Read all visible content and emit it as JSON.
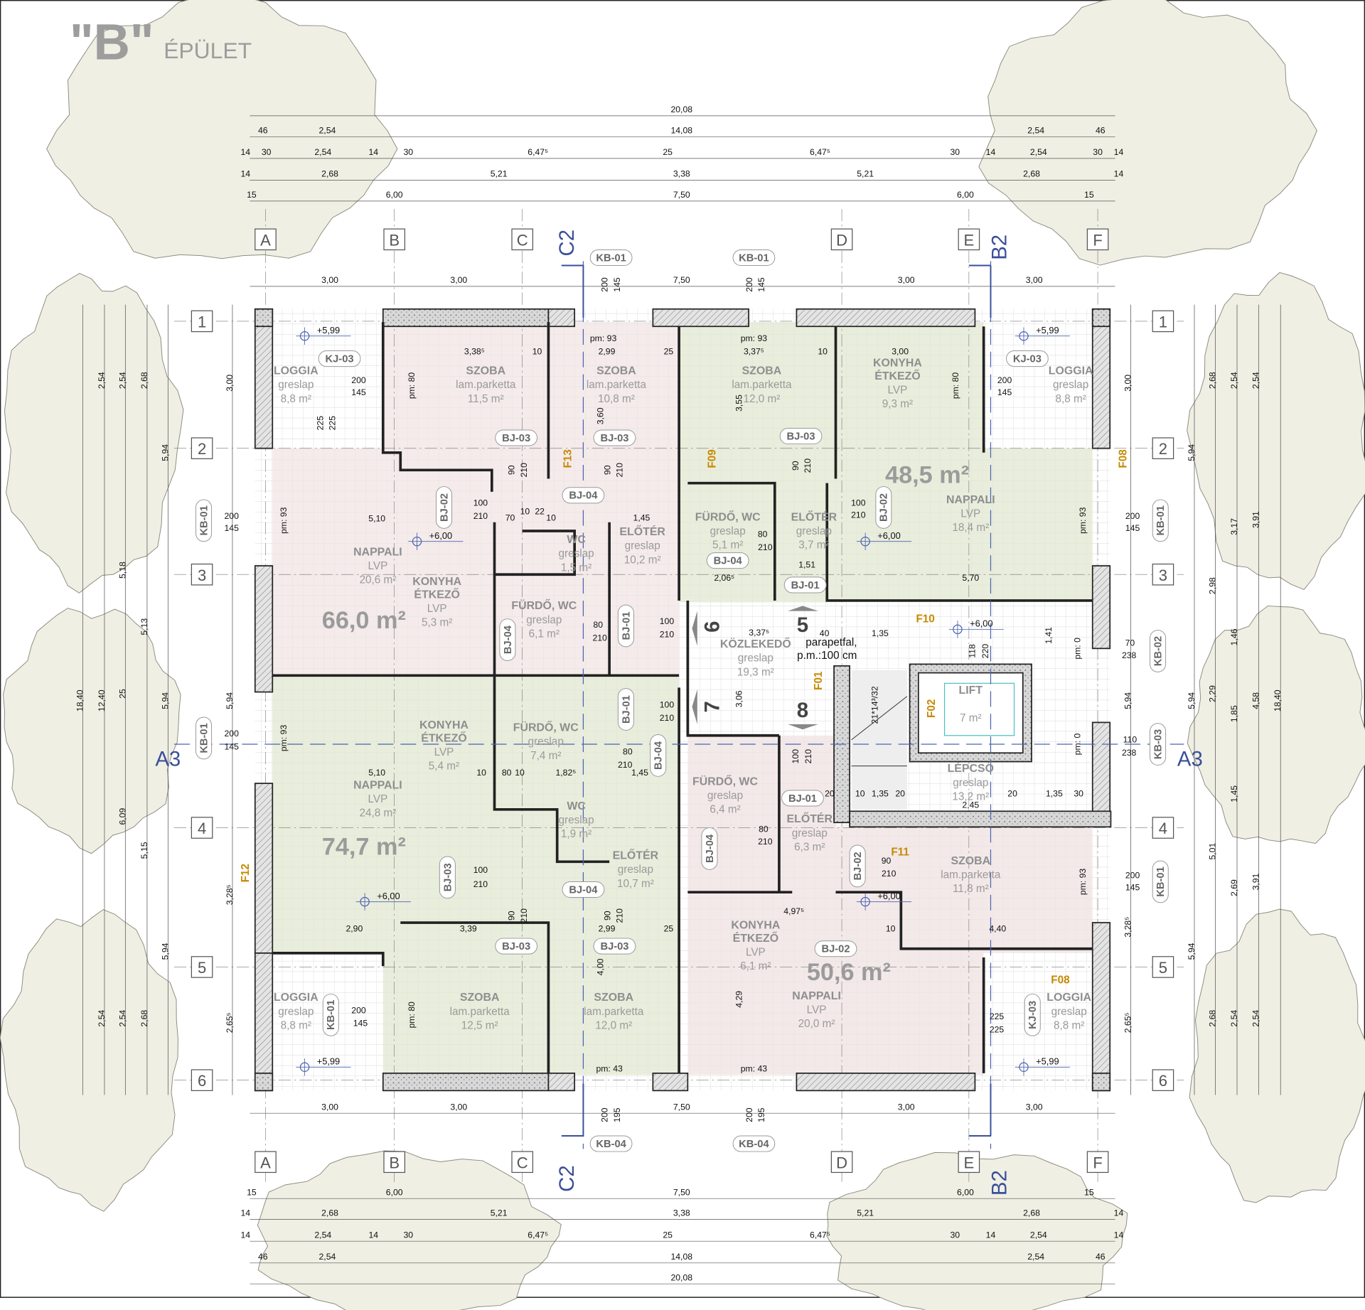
{
  "title": {
    "mark": "\"B\"",
    "word": "ÉPÜLET"
  },
  "grid": {
    "columns": [
      "A",
      "B",
      "C",
      "D",
      "E",
      "F"
    ],
    "rows": [
      "1",
      "2",
      "3",
      "4",
      "5",
      "6"
    ]
  },
  "sections": {
    "c": "C2",
    "b": "B2",
    "a": "A3"
  },
  "apartments": [
    "66,0 m²",
    "48,5 m²",
    "74,7 m²",
    "50,6 m²"
  ],
  "rooms": [
    {
      "name": "LOGGIA",
      "floor": "greslap",
      "area": "8,8 m²"
    },
    {
      "name": "SZOBA",
      "floor": "lam.parketta",
      "area": "11,5 m²"
    },
    {
      "name": "SZOBA",
      "floor": "lam.parketta",
      "area": "10,8 m²"
    },
    {
      "name": "NAPPALI",
      "floor": "LVP",
      "area": "20,6 m²"
    },
    {
      "name": "KONYHA ÉTKEZŐ",
      "floor": "LVP",
      "area": "5,3 m²"
    },
    {
      "name": "WC",
      "floor": "greslap",
      "area": "1,5 m²"
    },
    {
      "name": "ELŐTÉR",
      "floor": "greslap",
      "area": "10,2 m²"
    },
    {
      "name": "FÜRDŐ, WC",
      "floor": "greslap",
      "area": "6,1 m²"
    },
    {
      "name": "SZOBA",
      "floor": "lam.parketta",
      "area": "12,0 m²"
    },
    {
      "name": "KONYHA ÉTKEZŐ",
      "floor": "LVP",
      "area": "9,3 m²"
    },
    {
      "name": "LOGGIA",
      "floor": "greslap",
      "area": "8,8 m²"
    },
    {
      "name": "NAPPALI",
      "floor": "LVP",
      "area": "18,4 m²"
    },
    {
      "name": "FÜRDŐ, WC",
      "floor": "greslap",
      "area": "5,1 m²"
    },
    {
      "name": "ELŐTÉR",
      "floor": "greslap",
      "area": "3,7 m²"
    },
    {
      "name": "KÖZLEKEDŐ",
      "floor": "greslap",
      "area": "19,3 m²"
    },
    {
      "name": "LIFT",
      "floor": "",
      "area": "7 m²"
    },
    {
      "name": "LÉPCSŐ",
      "floor": "greslap",
      "area": "13,2 m²"
    },
    {
      "name": "KONYHA ÉTKEZŐ",
      "floor": "LVP",
      "area": "5,4 m²"
    },
    {
      "name": "FÜRDŐ, WC",
      "floor": "greslap",
      "area": "7,4 m²"
    },
    {
      "name": "NAPPALI",
      "floor": "LVP",
      "area": "24,8 m²"
    },
    {
      "name": "WC",
      "floor": "greslap",
      "area": "1,9 m²"
    },
    {
      "name": "ELŐTÉR",
      "floor": "greslap",
      "area": "10,7 m²"
    },
    {
      "name": "SZOBA",
      "floor": "lam.parketta",
      "area": "12,5 m²"
    },
    {
      "name": "SZOBA",
      "floor": "lam.parketta",
      "area": "12,0 m²"
    },
    {
      "name": "LOGGIA",
      "floor": "greslap",
      "area": "8,8 m²"
    },
    {
      "name": "FÜRDŐ, WC",
      "floor": "greslap",
      "area": "6,4 m²"
    },
    {
      "name": "ELŐTÉR",
      "floor": "greslap",
      "area": "6,3 m²"
    },
    {
      "name": "SZOBA",
      "floor": "lam.parketta",
      "area": "11,8 m²"
    },
    {
      "name": "KONYHA ÉTKEZŐ",
      "floor": "LVP",
      "area": "6,1 m²"
    },
    {
      "name": "NAPPALI",
      "floor": "LVP",
      "area": "20,0 m²"
    },
    {
      "name": "LOGGIA",
      "floor": "greslap",
      "area": "8,8 m²"
    }
  ],
  "tags": [
    "KB-01",
    "KB-01",
    "KB-04",
    "KB-04",
    "KB-01",
    "KB-01",
    "KB-01",
    "KB-02",
    "KB-03",
    "KB-01",
    "KJ-03",
    "KJ-03",
    "KB-01",
    "KJ-03",
    "BJ-03",
    "BJ-03",
    "BJ-03",
    "BJ-02",
    "BJ-04",
    "BJ-02",
    "BJ-01",
    "BJ-04",
    "BJ-04",
    "BJ-01",
    "BJ-01",
    "BJ-04",
    "BJ-01",
    "BJ-04",
    "BJ-03",
    "BJ-02",
    "BJ-04",
    "BJ-02",
    "BJ-03",
    "BJ-03"
  ],
  "fixtures": [
    "F13",
    "F09",
    "F08",
    "F10",
    "F01",
    "F02",
    "F11",
    "F12",
    "F08"
  ],
  "elevations": [
    "+5,99",
    "+5,99",
    "+6,00",
    "+6,00",
    "+6,00",
    "+6,00",
    "+6,00",
    "+5,99",
    "+5,99"
  ],
  "pm": [
    "pm: 93",
    "pm: 93",
    "pm: 80",
    "pm: 80",
    "pm: 93",
    "pm: 93",
    "pm: 0",
    "pm: 0",
    "pm: 93",
    "pm: 93",
    "pm: 80",
    "pm: 43",
    "pm: 43"
  ],
  "stairs": [
    "5",
    "6",
    "7",
    "8"
  ],
  "notes": {
    "parapet1": "parapetfal,",
    "parapet2": "p.m.:100 cm",
    "stair_spec": "21*14³/32"
  },
  "dims": {
    "top": [
      [
        "20,08"
      ],
      [
        "46",
        "2,54",
        "14,08",
        "2,54",
        "46"
      ],
      [
        "14",
        "30",
        "2,54",
        "14",
        "30",
        "6,47⁵",
        "25",
        "6,47⁵",
        "30",
        "14",
        "2,54",
        "30",
        "14"
      ],
      [
        "14",
        "2,68",
        "5,21",
        "3,38",
        "5,21",
        "2,68",
        "14"
      ],
      [
        "15",
        "6,00",
        "7,50",
        "6,00",
        "15"
      ],
      [
        "3,00",
        "3,00",
        "7,50",
        "3,00",
        "3,00"
      ]
    ],
    "bottom": [
      [
        "3,00",
        "3,00",
        "7,50",
        "3,00",
        "3,00"
      ],
      [
        "15",
        "6,00",
        "7,50",
        "6,00",
        "15"
      ],
      [
        "14",
        "2,68",
        "5,21",
        "3,38",
        "5,21",
        "2,68",
        "14"
      ],
      [
        "14",
        "2,54",
        "14",
        "30",
        "6,47⁵",
        "25",
        "6,47⁵",
        "30",
        "14",
        "2,54",
        "14"
      ],
      [
        "46",
        "2,54",
        "14,08",
        "2,54",
        "46"
      ],
      [
        "20,08"
      ]
    ],
    "left": [
      [
        "18,40"
      ],
      [
        "2,54",
        "12,40",
        "2,54"
      ],
      [
        "2,54",
        "5,18",
        "25",
        "6,09",
        "2,54"
      ],
      [
        "2,68",
        "5,13",
        "5,15",
        "2,68"
      ],
      [
        "5,94",
        "5,94",
        "5,94"
      ],
      [
        "3,00",
        "5,94",
        "3,28⁵",
        "2,65⁵"
      ]
    ],
    "right": [
      [
        "18,40"
      ],
      [
        "2,54",
        "3,91",
        "4,58",
        "3,91",
        "2,54"
      ],
      [
        "2,54",
        "3,17",
        "1,46",
        "1,85",
        "1,45",
        "2,69",
        "2,54"
      ],
      [
        "2,68",
        "2,98",
        "2,29",
        "5,01",
        "2,68"
      ],
      [
        "5,94",
        "5,94",
        "5,94"
      ],
      [
        "3,00",
        "5,94",
        "3,28⁵",
        "2,65⁵"
      ]
    ],
    "interior": [
      "3,38⁵",
      "10",
      "2,99",
      "25",
      "3,37⁵",
      "10",
      "3,00",
      "200",
      "145",
      "225",
      "225",
      "3,60",
      "3,55",
      "90",
      "210",
      "90",
      "210",
      "90",
      "210",
      "100",
      "210",
      "5,10",
      "70",
      "10",
      "22",
      "10",
      "1,45",
      "100",
      "210",
      "80",
      "210",
      "2,06⁵",
      "1,51",
      "5,70",
      "80",
      "210",
      "100",
      "210",
      "3,37⁵",
      "40",
      "1,35",
      "3,06",
      "118",
      "220",
      "1,41",
      "100",
      "210",
      "5,10",
      "10",
      "80",
      "10",
      "1,82⁵",
      "80",
      "210",
      "1,45",
      "100",
      "210",
      "80",
      "210",
      "20",
      "10",
      "1,35",
      "20",
      "2,45",
      "20",
      "1,35",
      "30",
      "90",
      "210",
      "100",
      "210",
      "2,90",
      "3,39",
      "90",
      "210",
      "90",
      "210",
      "2,99",
      "25",
      "4,97⁵",
      "10",
      "4,40",
      "200",
      "145",
      "225",
      "225",
      "200",
      "145",
      "4,00",
      "4,29",
      "200",
      "145",
      "200",
      "145",
      "200",
      "145",
      "200",
      "145",
      "70",
      "238",
      "110",
      "238",
      "200",
      "145",
      "200",
      "145",
      "200",
      "195",
      "200",
      "195"
    ]
  },
  "colors": {
    "pink": "#f3e7e7",
    "green": "#e7ebd8",
    "tree": "#efefe4",
    "section": "#3a4f9a",
    "fixture": "#c58a00"
  }
}
